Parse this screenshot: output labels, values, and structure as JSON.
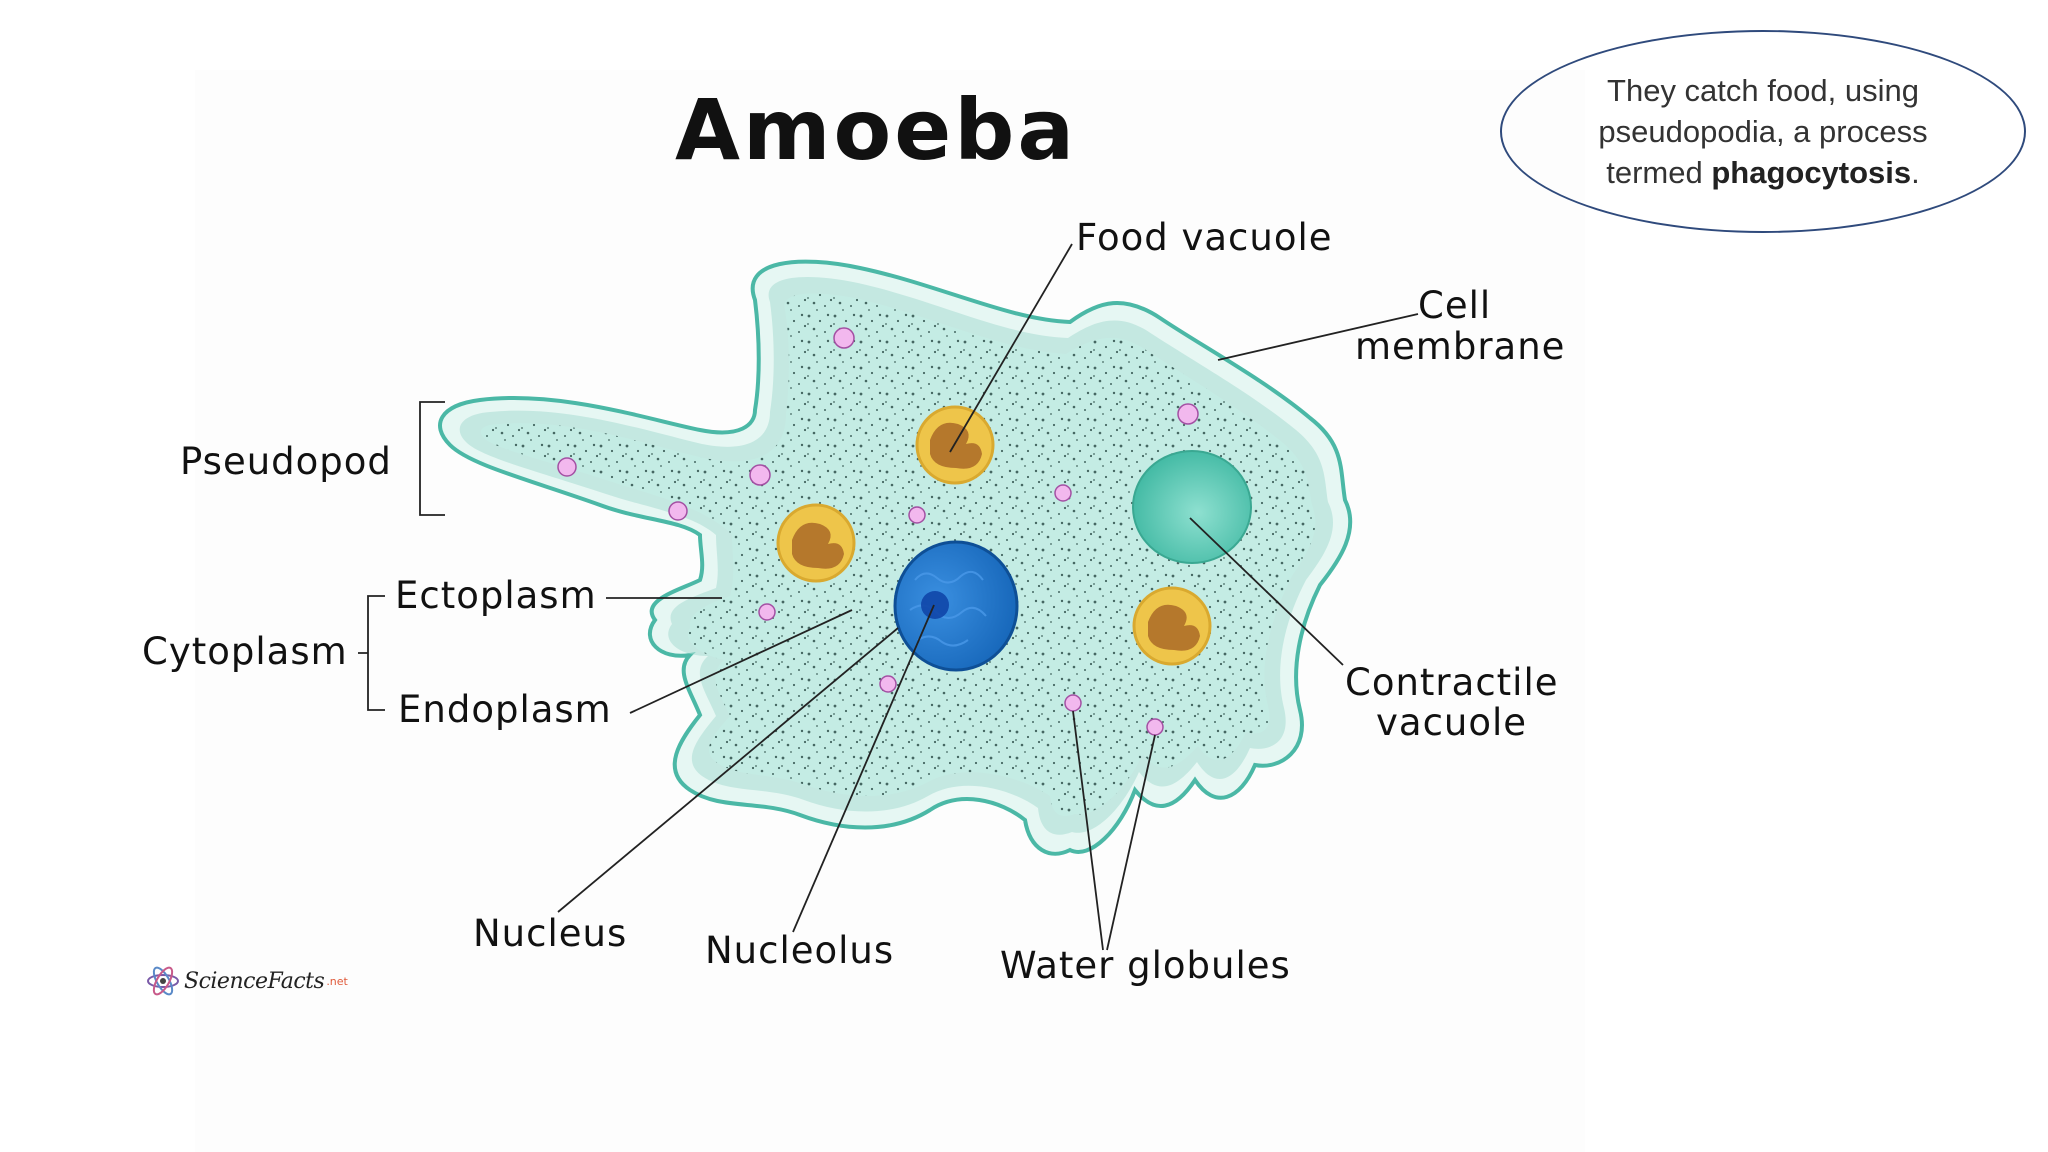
{
  "title": "Amoeba",
  "callout": {
    "line1": "They catch food, using",
    "line2": "pseudopodia, a process",
    "line3_prefix": "termed ",
    "line3_bold": "phagocytosis",
    "line3_suffix": "."
  },
  "labels": {
    "food_vacuole": "Food vacuole",
    "cell_membrane_1": "Cell",
    "cell_membrane_2": "membrane",
    "pseudopod": "Pseudopod",
    "ectoplasm": "Ectoplasm",
    "cytoplasm": "Cytoplasm",
    "endoplasm": "Endoplasm",
    "contractile_1": "Contractile",
    "contractile_2": "vacuole",
    "nucleus": "Nucleus",
    "nucleolus": "Nucleolus",
    "water_globules": "Water globules"
  },
  "logo": {
    "name": "ScienceFacts",
    "suffix": ".net"
  },
  "colors": {
    "cytoplasm_fill": "#c4ece4",
    "ectoplasm_fill": "#def4ef",
    "membrane": "#4bb8a6",
    "food_vacuole_fill": "#eec54a",
    "food_vacuole_inner": "#b5782c",
    "nucleus_fill": "#1f73c8",
    "contractile_fill": "#5fc9b5",
    "globule_fill": "#f2b8ee",
    "callout_border": "#2f4a7c"
  }
}
